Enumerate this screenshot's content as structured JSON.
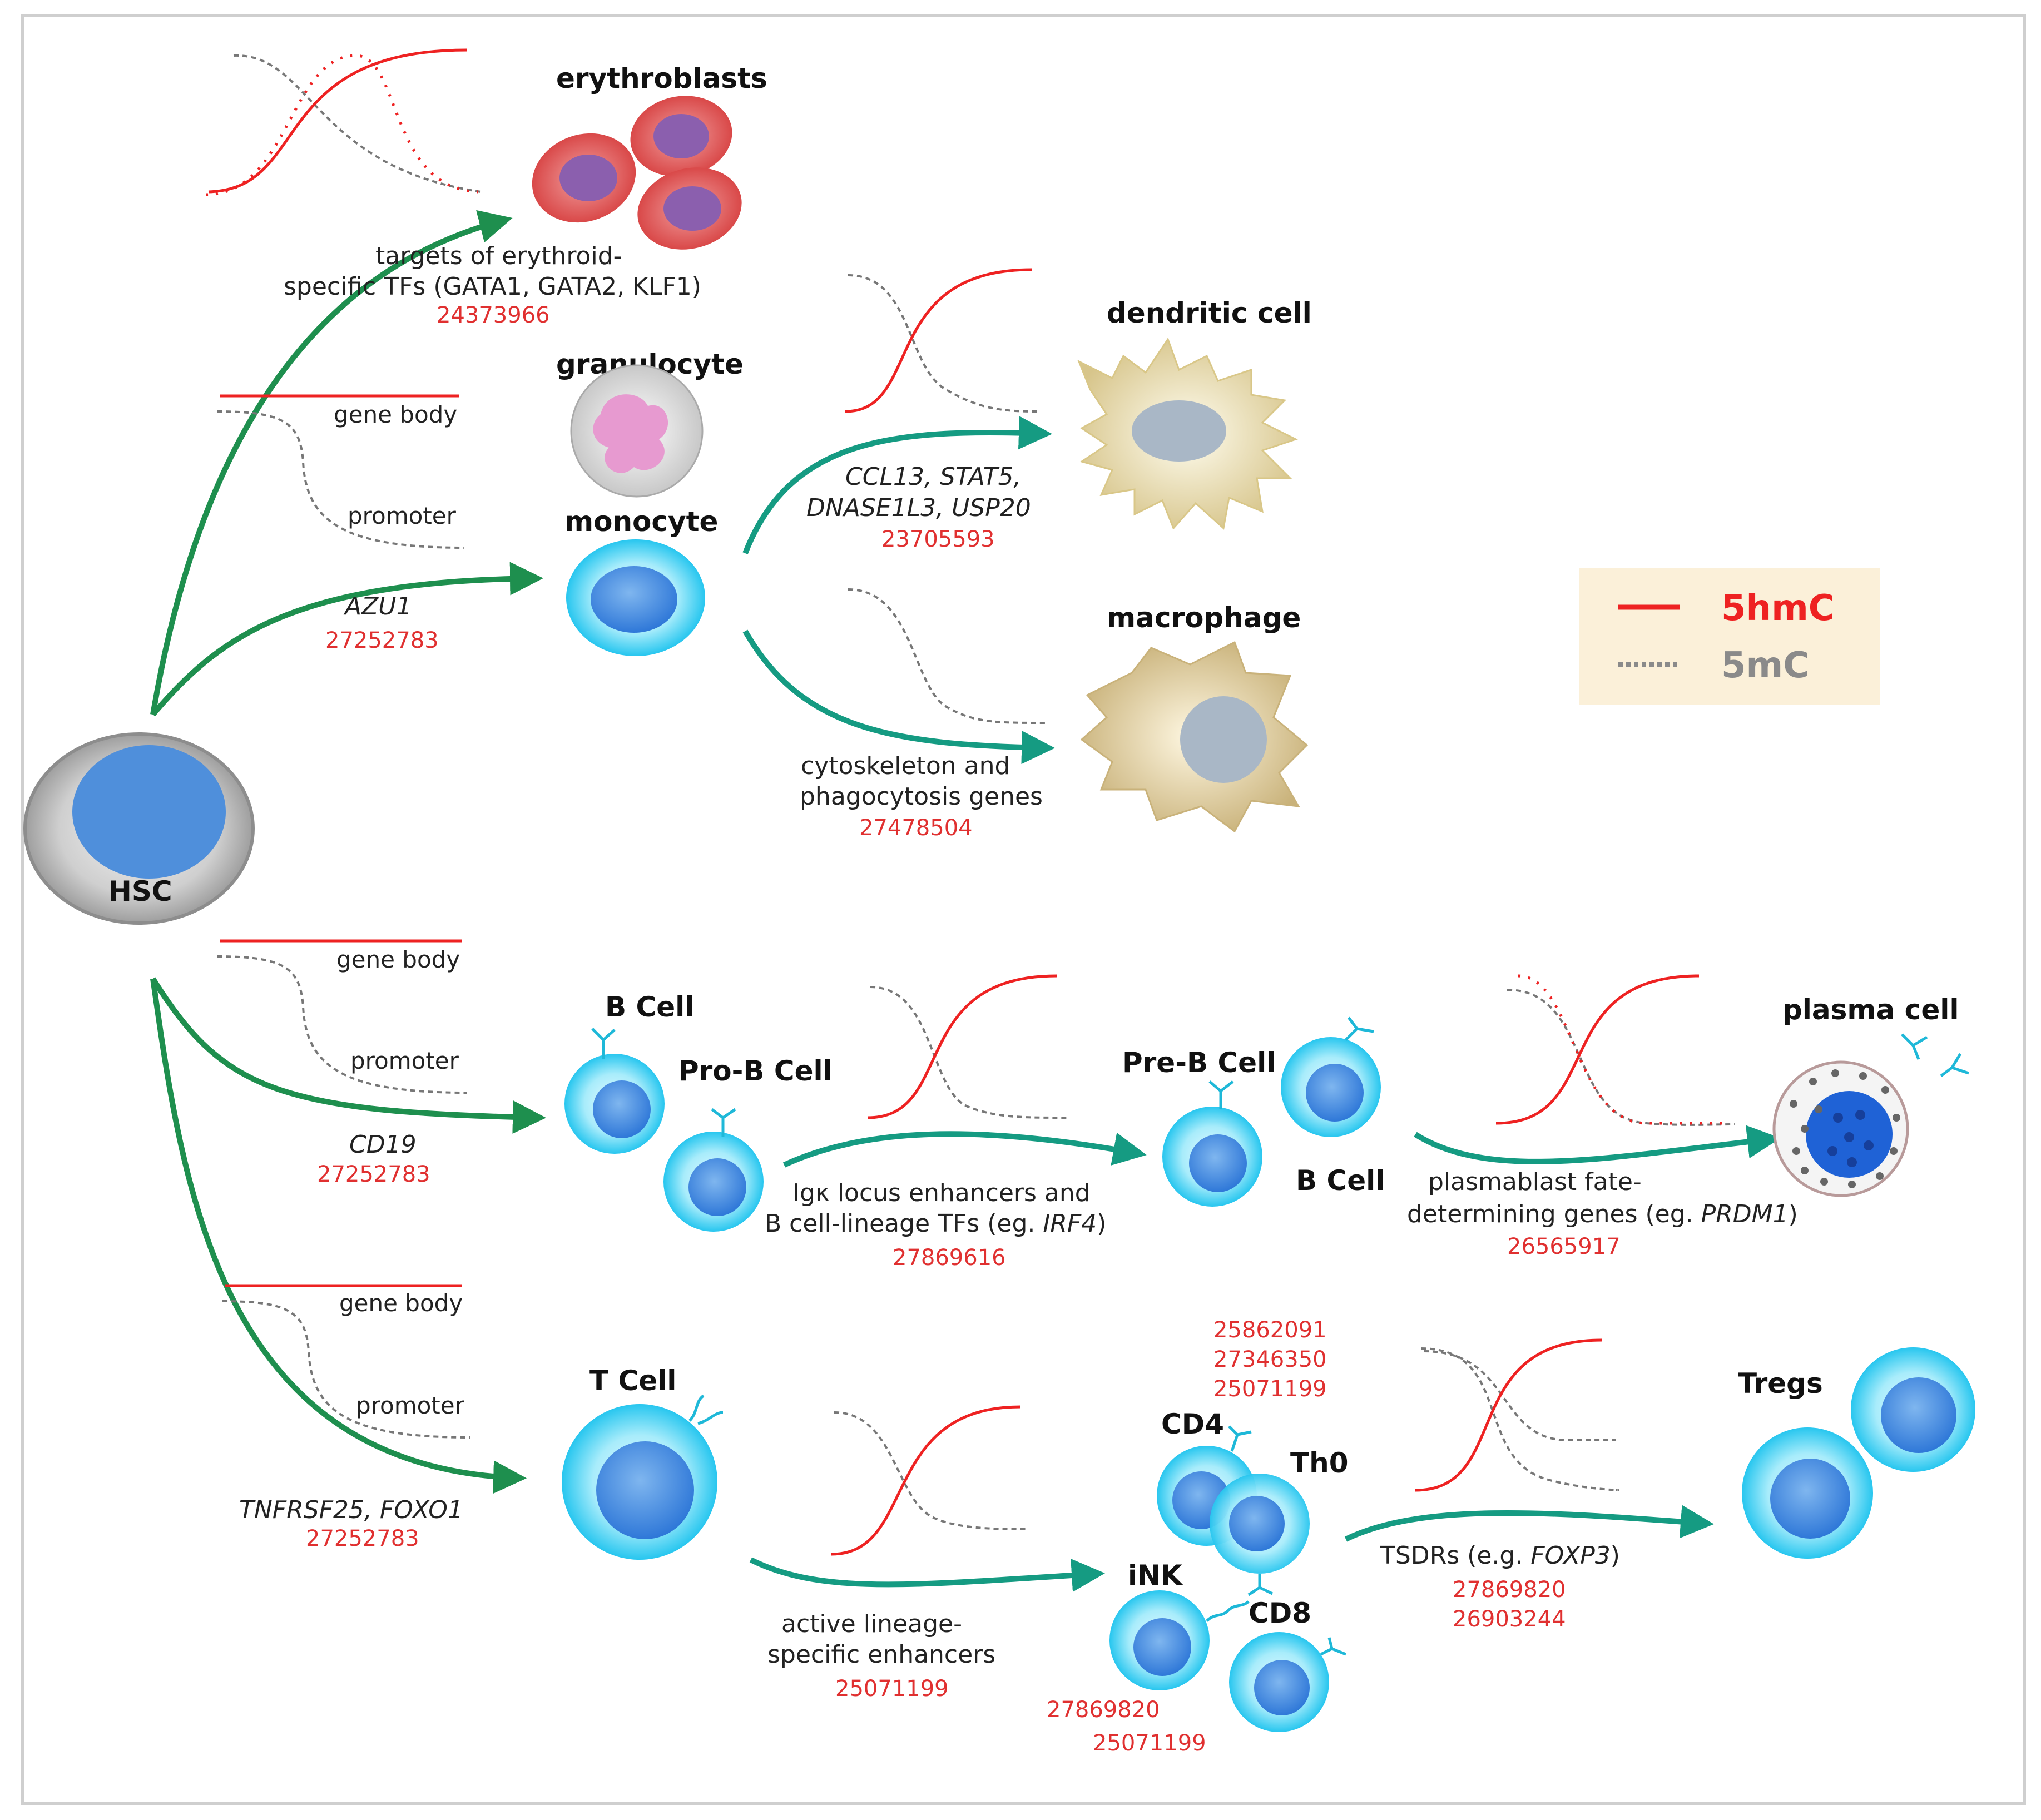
{
  "legend": {
    "hmc_label": "5hmC",
    "mc_label": "5mC",
    "hmc_color": "#ee2222",
    "mc_color": "#8a8a8a",
    "background": "#fbf0d9"
  },
  "cells": {
    "hsc": "HSC",
    "erythroblasts": "erythroblasts",
    "granulocyte": "granulocyte",
    "monocyte": "monocyte",
    "dendritic": "dendritic cell",
    "macrophage": "macrophage",
    "b_cell_1": "B Cell",
    "pro_b": "Pro-B Cell",
    "pre_b": "Pre-B Cell",
    "b_cell_2": "B Cell",
    "plasma": "plasma cell",
    "t_cell": "T Cell",
    "cd4": "CD4",
    "th0": "Th0",
    "ink": "iNK",
    "cd8": "CD8",
    "tregs": "Tregs"
  },
  "annotations": {
    "ery_line1": "targets of erythroid-",
    "ery_line2": "specific TFs (GATA1, GATA2, KLF1)",
    "ery_pmid": "24373966",
    "mono_gene_body": "gene body",
    "mono_promoter": "promoter",
    "mono_gene": "AZU1",
    "mono_pmid": "27252783",
    "dc_line1": "CCL13, STAT5,",
    "dc_line2": "DNASE1L3, USP20",
    "dc_pmid": "23705593",
    "mac_line1": "cytoskeleton and",
    "mac_line2": "phagocytosis genes",
    "mac_pmid": "27478504",
    "b_gene_body": "gene body",
    "b_promoter": "promoter",
    "b_gene": "CD19",
    "b_pmid": "27252783",
    "preb_line1": "Igκ locus enhancers and",
    "preb_line2_pre": "B cell-lineage TFs (eg. ",
    "preb_line2_gene": "IRF4",
    "preb_line2_post": ")",
    "preb_pmid": "27869616",
    "plasma_line1": "plasmablast fate-",
    "plasma_line2_pre": "determining genes (eg. ",
    "plasma_line2_gene": "PRDM1",
    "plasma_line2_post": ")",
    "plasma_pmid": "26565917",
    "t_gene_body": "gene body",
    "t_promoter": "promoter",
    "t_gene": "TNFRSF25, FOXO1",
    "t_pmid": "27252783",
    "th_pmid1": "25862091",
    "th_pmid2": "27346350",
    "th_pmid3": "25071199",
    "tcell_line1": "active lineage-",
    "tcell_line2": "specific enhancers",
    "tcell_pmid": "25071199",
    "ink_pmid1": "27869820",
    "ink_pmid2": "25071199",
    "treg_line_pre": "TSDRs (e.g. ",
    "treg_line_gene": "FOXP3",
    "treg_line_post": ")",
    "treg_pmid1": "27869820",
    "treg_pmid2": "26903244"
  }
}
